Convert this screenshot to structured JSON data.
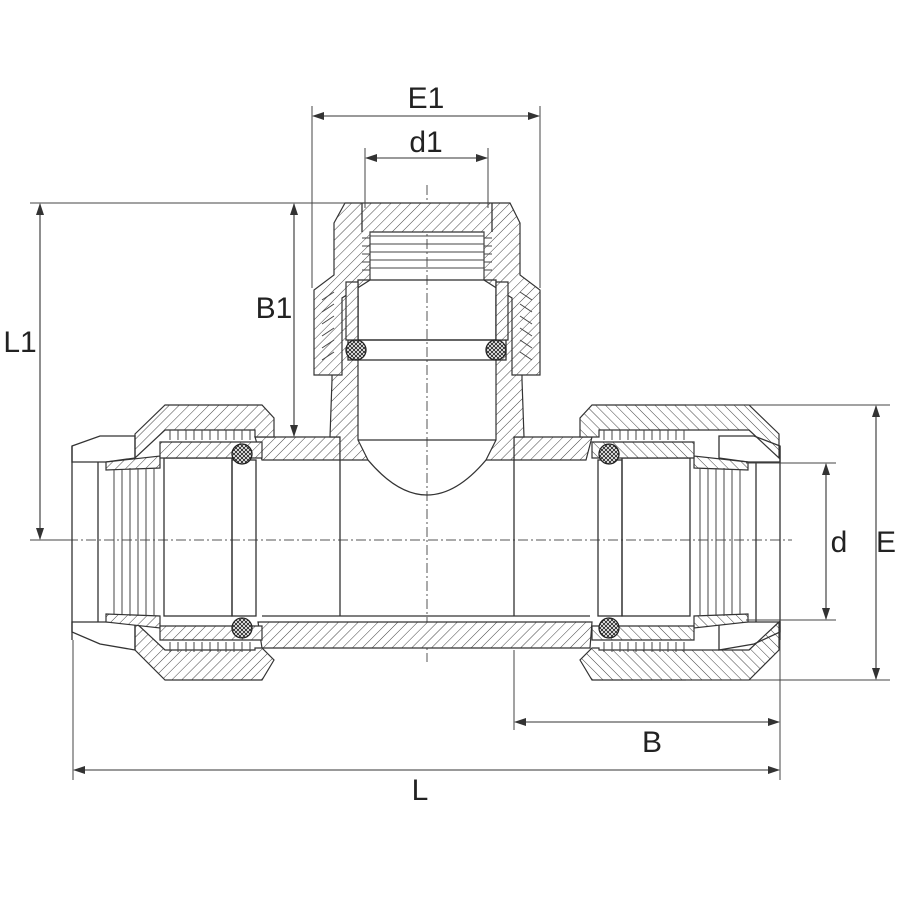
{
  "diagram": {
    "subject": "compression tee fitting with threaded branch, cross-section",
    "colors": {
      "line": "#333333",
      "label": "#222222",
      "background": "#ffffff"
    },
    "dimensions": {
      "E1": "E1",
      "d1": "d1",
      "B1": "B1",
      "L1": "L1",
      "d": "d",
      "E": "E",
      "B": "B",
      "L": "L"
    }
  }
}
